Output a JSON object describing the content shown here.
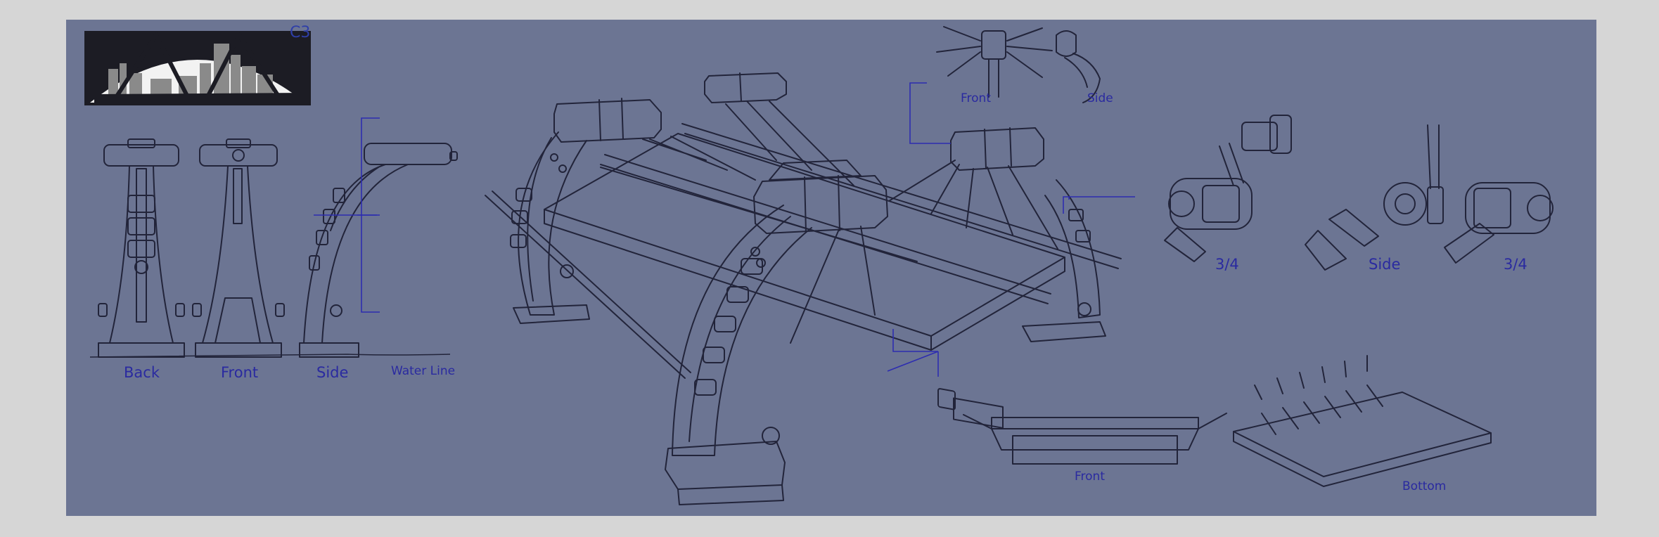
{
  "labels": {
    "c3": "C3",
    "back": "Back",
    "front_pillar": "Front",
    "side_pillar": "Side",
    "water_line": "Water Line",
    "front_top": "Front",
    "side_top": "Side",
    "three_quarter_left": "3/4",
    "side_detail": "Side",
    "three_quarter_right": "3/4",
    "front_platform": "Front",
    "bottom_platform": "Bottom"
  },
  "colors": {
    "page_background": "#d6d6d6",
    "sheet_background": "#6c7593",
    "line_art": "#22243a",
    "annotation_blue": "#2a2aa0"
  }
}
